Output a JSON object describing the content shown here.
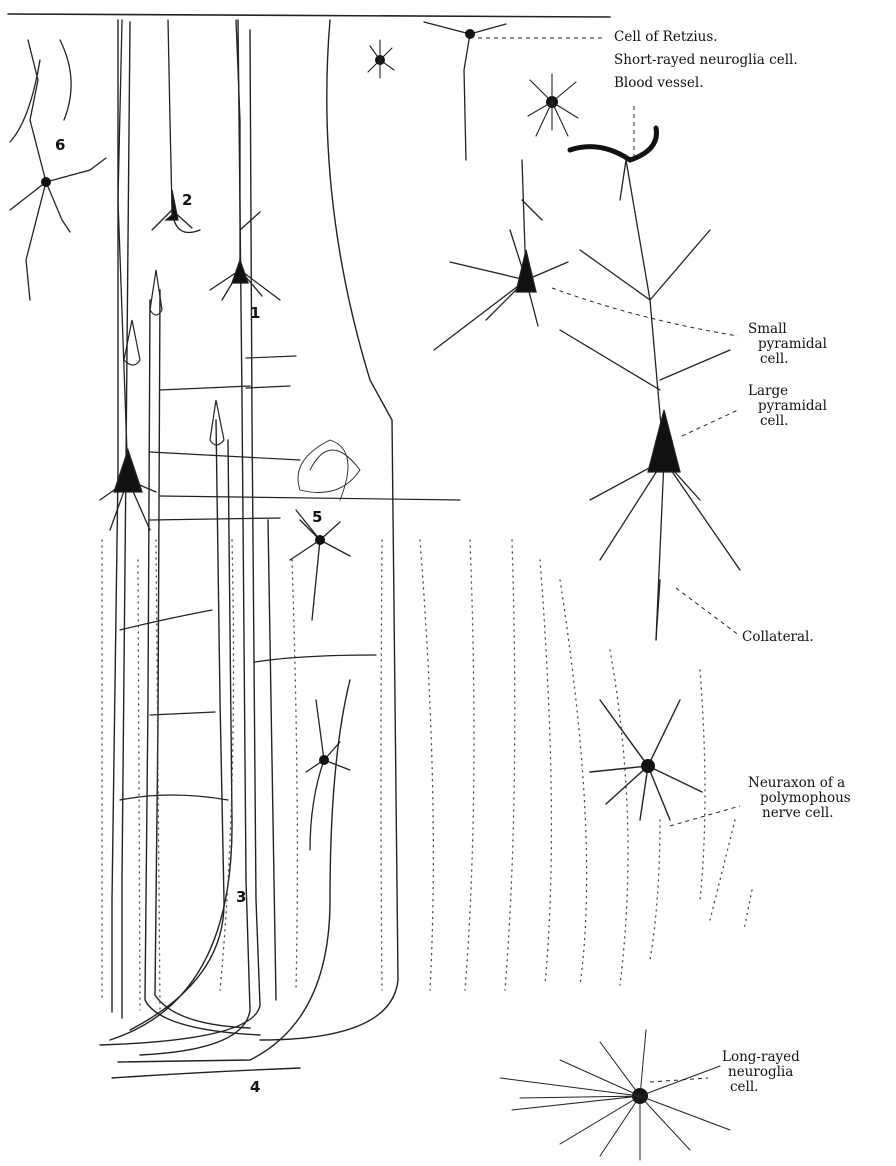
{
  "labels": {
    "retzius": "Cell of Retzius.",
    "short_rayed": "Short-rayed neuroglia cell.",
    "blood_vessel": "Blood vessel.",
    "small_pyramidal": [
      "Small",
      "pyramidal",
      "cell."
    ],
    "large_pyramidal": [
      "Large",
      "pyramidal",
      "cell."
    ],
    "collateral": "Collateral.",
    "neuraxon": [
      "Neuraxon of a",
      "polymophous",
      "nerve cell."
    ],
    "long_rayed": [
      "Long-rayed",
      "neuroglia",
      "cell."
    ]
  },
  "numbers": {
    "n1": "1",
    "n2": "2",
    "n3": "3",
    "n4": "4",
    "n5": "5",
    "n6": "6"
  }
}
